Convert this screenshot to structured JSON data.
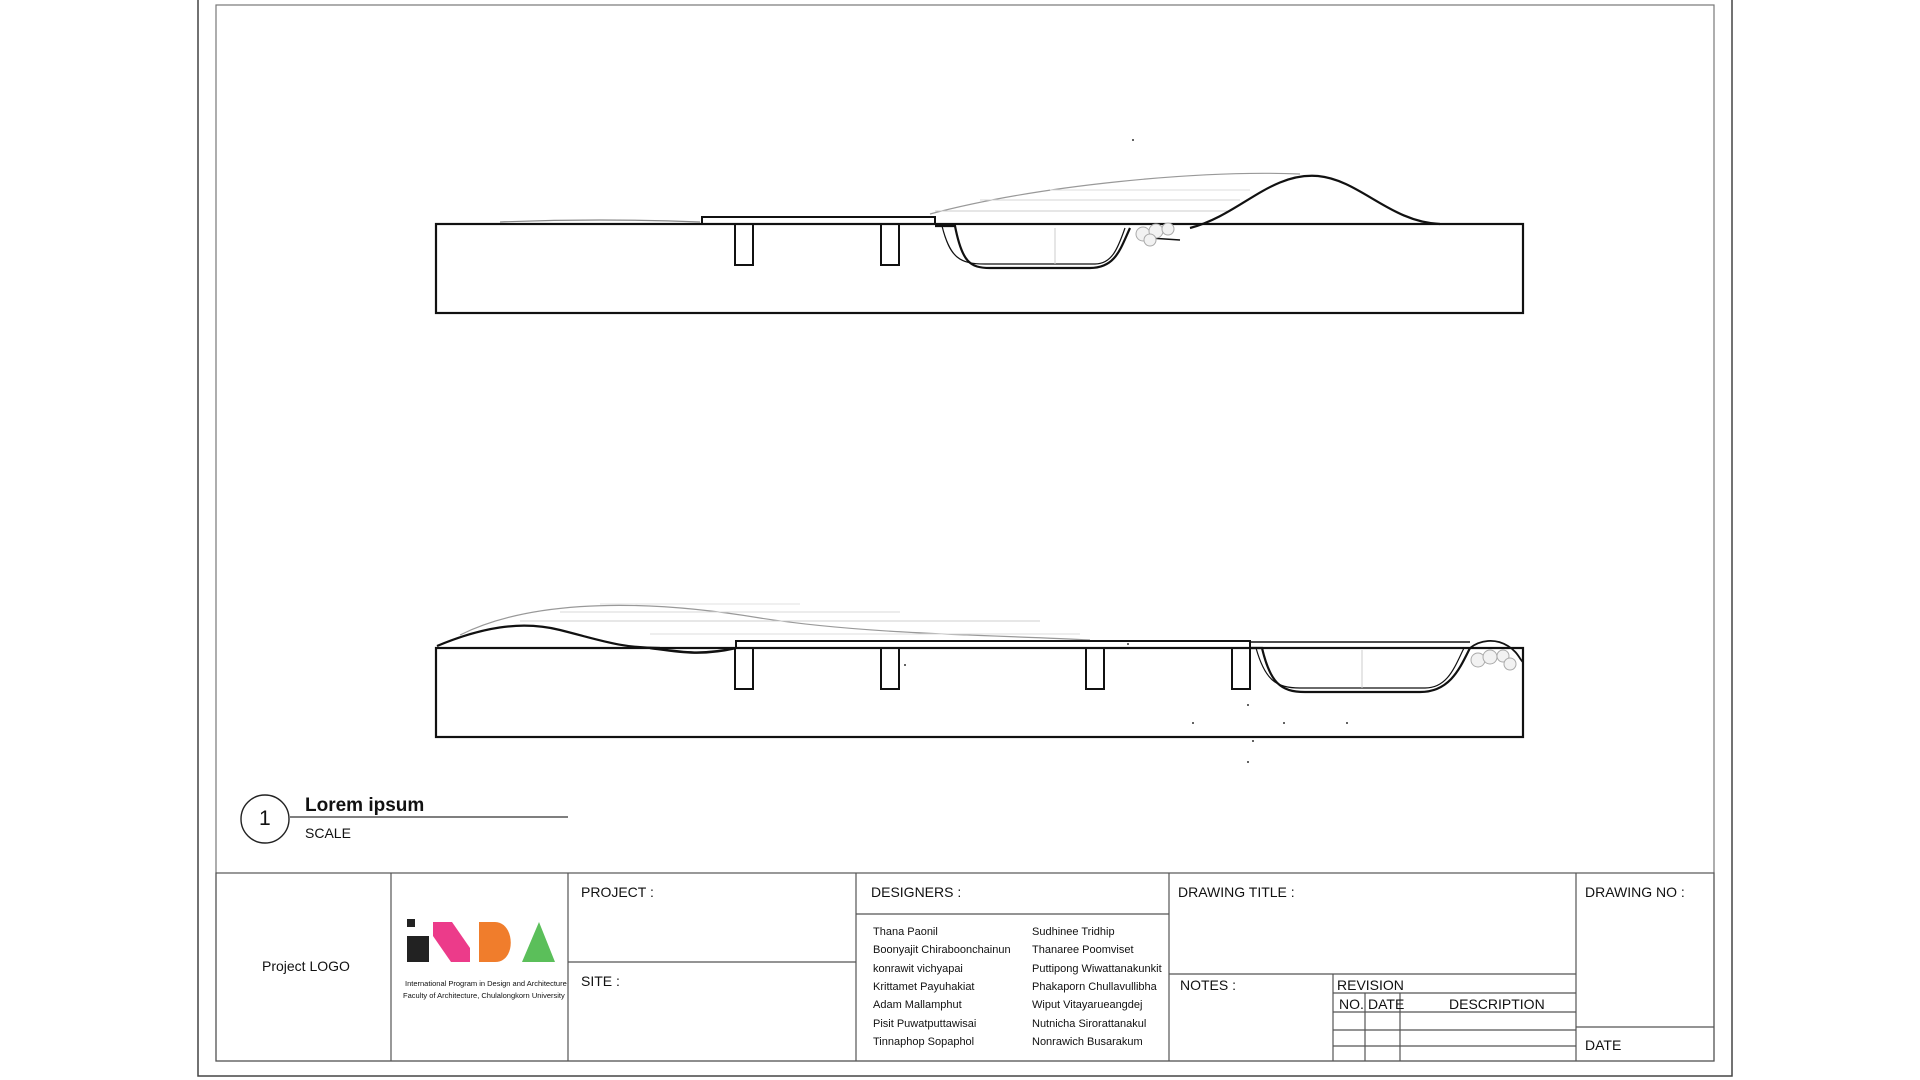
{
  "drawing_label": {
    "number": "1",
    "title": "Lorem ipsum",
    "scale": "SCALE"
  },
  "title_block": {
    "project_logo_label": "Project LOGO",
    "logo": {
      "caption_line1": "International Program in Design and Architecture",
      "caption_line2": "Faculty of Architecture, Chulalongkorn University",
      "colors": [
        "#222222",
        "#ec3b8a",
        "#f07d2c",
        "#5bbf5a"
      ]
    },
    "project_label": "PROJECT :",
    "site_label": "SITE :",
    "designers_label": "DESIGNERS :",
    "designers_col1": [
      "Thana Paonil",
      "Boonyajit Chiraboonchainun",
      "konrawit vichyapai",
      "Krittamet Payuhakiat",
      "Adam Mallamphut",
      "Pisit Puwatputtawisai",
      "Tinnaphop Sopaphol"
    ],
    "designers_col2": [
      "Sudhinee Tridhip",
      "Thanaree Poomviset",
      "Puttipong Wiwattanakunkit",
      "Phakaporn Chullavullibha",
      "Wiput Vitayarueangdej",
      "Nutnicha Sirorattanakul",
      "Nonrawich Busarakum"
    ],
    "drawing_title_label": "DRAWING TITLE :",
    "notes_label": "NOTES :",
    "revision_label": "REVISION",
    "revision_headers": [
      "NO.",
      "DATE",
      "DESCRIPTION"
    ],
    "drawing_no_label": "DRAWING NO :",
    "date_label": "DATE"
  }
}
